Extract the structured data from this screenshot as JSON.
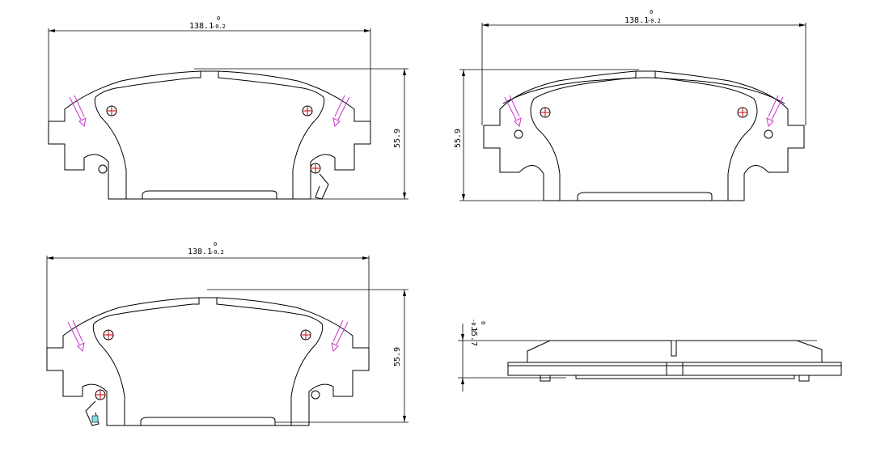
{
  "views": {
    "top_left": {
      "width_dim": {
        "nominal": "138.1",
        "upper_tol": "0",
        "lower_tol": "-0.2"
      },
      "height_dim": "55.9"
    },
    "top_right": {
      "width_dim": {
        "nominal": "138.1",
        "upper_tol": "0",
        "lower_tol": "-0.2"
      },
      "height_dim": "55.9"
    },
    "bottom_left": {
      "width_dim": {
        "nominal": "138.1",
        "upper_tol": "0",
        "lower_tol": "-0.2"
      },
      "height_dim": "55.9"
    },
    "side_view": {
      "thickness_dim": {
        "nominal": "15.7",
        "upper_tol": "0",
        "lower_tol": "-0.3"
      }
    }
  },
  "colors": {
    "line": "#000000",
    "wear_indicator": "#cc33cc",
    "hole_mark": "#cc0000",
    "clip_highlight": "#7fe0e8"
  }
}
